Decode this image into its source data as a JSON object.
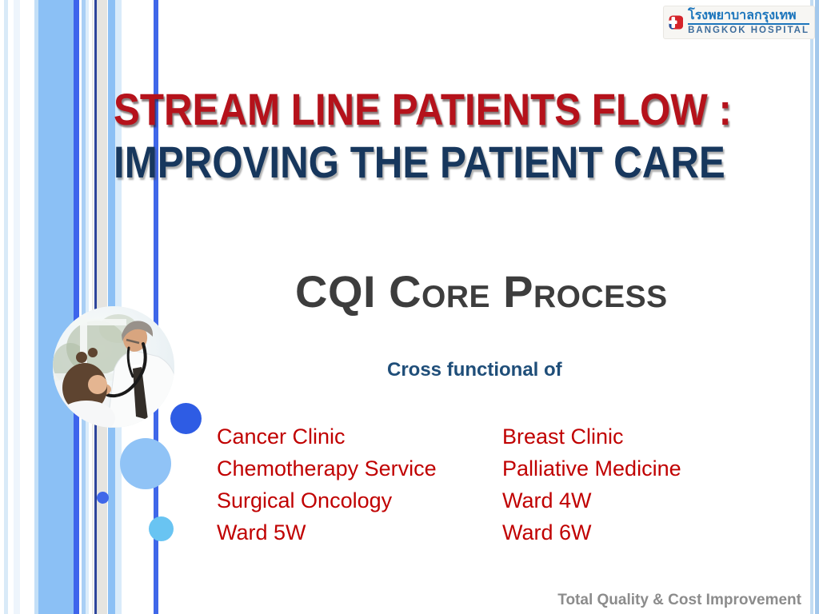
{
  "header": {
    "logo": {
      "thai": "โรงพยาบาลกรุงเทพ",
      "english": "BANGKOK HOSPITAL"
    }
  },
  "title": {
    "line1": "STREAM LINE PATIENTS FLOW :",
    "line2": "IMPROVING THE PATIENT CARE"
  },
  "section": {
    "heading": "CQI Core Process",
    "subheading": "Cross functional of"
  },
  "clinics": {
    "left": [
      "Cancer Clinic",
      "Chemotherapy Service",
      "Surgical Oncology",
      "Ward 5W"
    ],
    "right": [
      "Breast Clinic",
      "Palliative Medicine",
      "Ward 4W",
      "Ward 6W"
    ]
  },
  "footer": {
    "tagline": "Total Quality & Cost Improvement"
  },
  "colors": {
    "title_red": "#B5121B",
    "title_navy": "#17375D",
    "heading_gray": "#3D3D3D",
    "subheading_navy": "#1F4E79",
    "list_red": "#C00000",
    "footer_gray": "#8C8C8C",
    "brand_red": "#D5232A",
    "brand_blue": "#1C75BC",
    "stripe_sky_blue": "#8BC0F5",
    "stripe_royal_blue": "#3F67E9"
  }
}
